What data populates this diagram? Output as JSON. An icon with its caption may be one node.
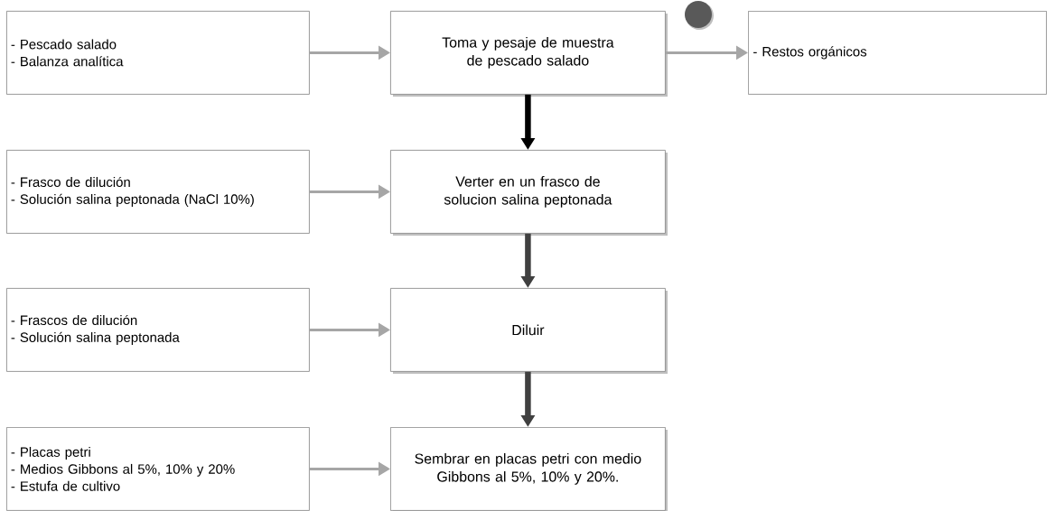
{
  "diagram": {
    "nodes": [
      {
        "text": [
          "- Pescado salado",
          "- Balanza analítica"
        ]
      },
      {
        "text": [
          "Toma y pesaje de muestra de pescado salado"
        ]
      },
      {
        "text": [
          "- Restos orgánicos"
        ]
      },
      {
        "text": [
          "- Frasco de dilución",
          "- Solución salina peptonada (NaCl 10%)"
        ]
      },
      {
        "text": [
          "Verter en un frasco de solucion salina peptonada"
        ]
      },
      {
        "text": [
          "- Frascos de dilución",
          "- Solución salina peptonada"
        ]
      },
      {
        "text": [
          "Diluir"
        ]
      },
      {
        "text": [
          "- Placas petri",
          "- Medios Gibbons al 5%, 10% y 20%",
          "- Estufa de cultivo"
        ]
      },
      {
        "text": [
          "Sembrar en placas petri con medio Gibbons al 5%, 10% y 20%."
        ]
      }
    ],
    "edges": [
      {
        "from": 0,
        "to": 1,
        "arrow": "to"
      },
      {
        "from": 1,
        "to": 2,
        "arrow": "to"
      },
      {
        "from": 1,
        "to": 4,
        "arrow": "to",
        "style": "thick",
        "color": "#000000"
      },
      {
        "from": 3,
        "to": 4,
        "arrow": "to"
      },
      {
        "from": 4,
        "to": 6,
        "arrow": "to",
        "style": "thick",
        "color": "#404040"
      },
      {
        "from": 5,
        "to": 6,
        "arrow": "to"
      },
      {
        "from": 6,
        "to": 8,
        "arrow": "to",
        "style": "thick",
        "color": "#404040"
      },
      {
        "from": 7,
        "to": 8,
        "arrow": "to"
      }
    ]
  }
}
